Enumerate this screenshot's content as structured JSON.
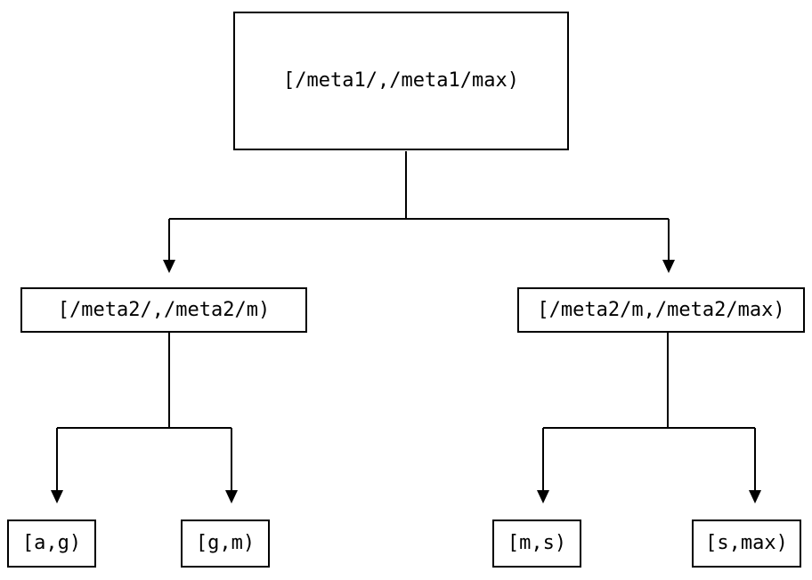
{
  "diagram": {
    "type": "tree",
    "description": "Two-level binary partition tree of key ranges",
    "colors": {
      "background": "#ffffff",
      "line": "#000000",
      "text": "#000000"
    },
    "nodes": {
      "root": {
        "label": "[/meta1/,/meta1/max)"
      },
      "left_mid": {
        "label": "[/meta2/,/meta2/m)"
      },
      "right_mid": {
        "label": "[/meta2/m,/meta2/max)"
      },
      "leaf_ag": {
        "label": "[a,g)"
      },
      "leaf_gm": {
        "label": "[g,m)"
      },
      "leaf_ms": {
        "label": "[m,s)"
      },
      "leaf_smax": {
        "label": "[s,max)"
      }
    },
    "edges": [
      {
        "from": "root",
        "to": "left_mid"
      },
      {
        "from": "root",
        "to": "right_mid"
      },
      {
        "from": "left_mid",
        "to": "leaf_ag"
      },
      {
        "from": "left_mid",
        "to": "leaf_gm"
      },
      {
        "from": "right_mid",
        "to": "leaf_ms"
      },
      {
        "from": "right_mid",
        "to": "leaf_smax"
      }
    ]
  }
}
